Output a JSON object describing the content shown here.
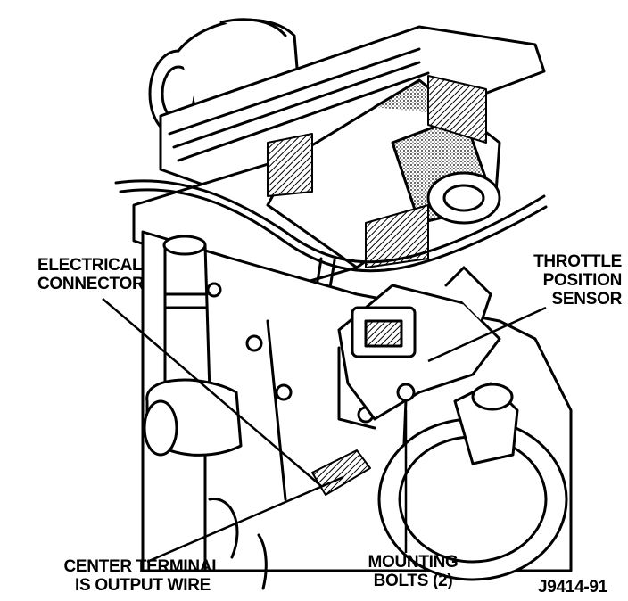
{
  "labels": {
    "electrical_connector": [
      "ELECTRICAL",
      "CONNECTOR"
    ],
    "throttle_position_sensor": [
      "THROTTLE",
      "POSITION",
      "SENSOR"
    ],
    "center_terminal": [
      "CENTER TERMINAL",
      "IS OUTPUT WIRE"
    ],
    "mounting_bolts": [
      "MOUNTING",
      "BOLTS (2)"
    ],
    "figure_id": "J9414-91"
  },
  "colors": {
    "ink": "#000000",
    "paper": "#ffffff",
    "shade": "#bdbdbd"
  }
}
